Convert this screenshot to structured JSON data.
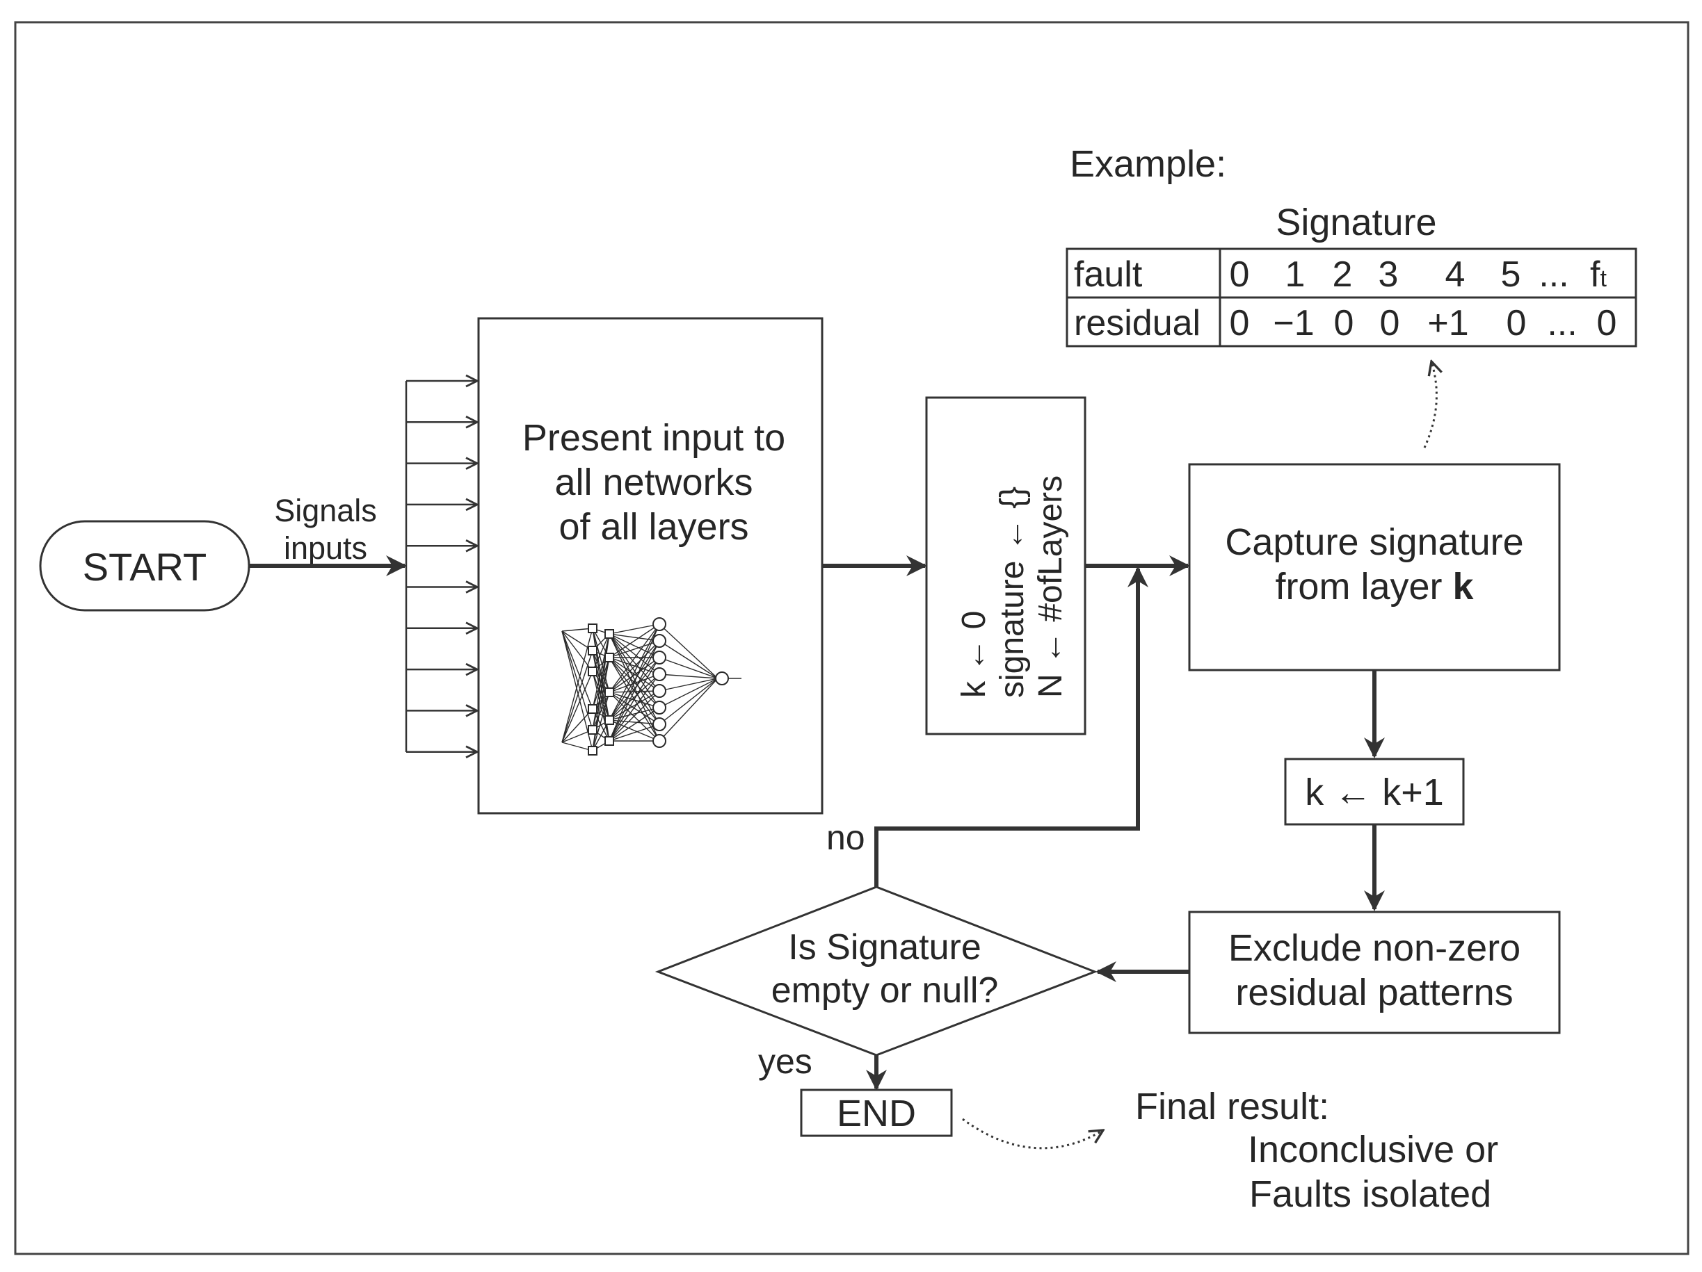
{
  "start": {
    "label": "START"
  },
  "signals": {
    "line1": "Signals",
    "line2": "inputs"
  },
  "present": {
    "line1": "Present input to",
    "line2": "all networks",
    "line3": "of all layers"
  },
  "init": {
    "line1": "k ← 0",
    "line2": "signature ← {}",
    "line3": "N ← #ofLayers"
  },
  "capture": {
    "line1": "Capture signature",
    "line2_prefix": "from layer ",
    "line2_bold": "k"
  },
  "increment": {
    "label": "k ← k+1"
  },
  "exclude": {
    "line1": "Exclude non-zero",
    "line2": "residual patterns"
  },
  "decision": {
    "line1": "Is Signature",
    "line2": "empty or null?",
    "no_label": "no",
    "yes_label": "yes"
  },
  "end": {
    "label": "END"
  },
  "final": {
    "line1": "Final result:",
    "line2": "Inconclusive or",
    "line3": "Faults isolated"
  },
  "example": {
    "title": "Example:",
    "table_title": "Signature",
    "fault_label": "fault",
    "residual_label": "residual",
    "faults": [
      "0",
      "1",
      "2",
      "3",
      "4",
      "5",
      "...",
      "f"
    ],
    "fault_sub": "t",
    "residuals": [
      "0",
      "−1",
      "0",
      "0",
      "+1",
      "0",
      "...",
      "0"
    ]
  }
}
